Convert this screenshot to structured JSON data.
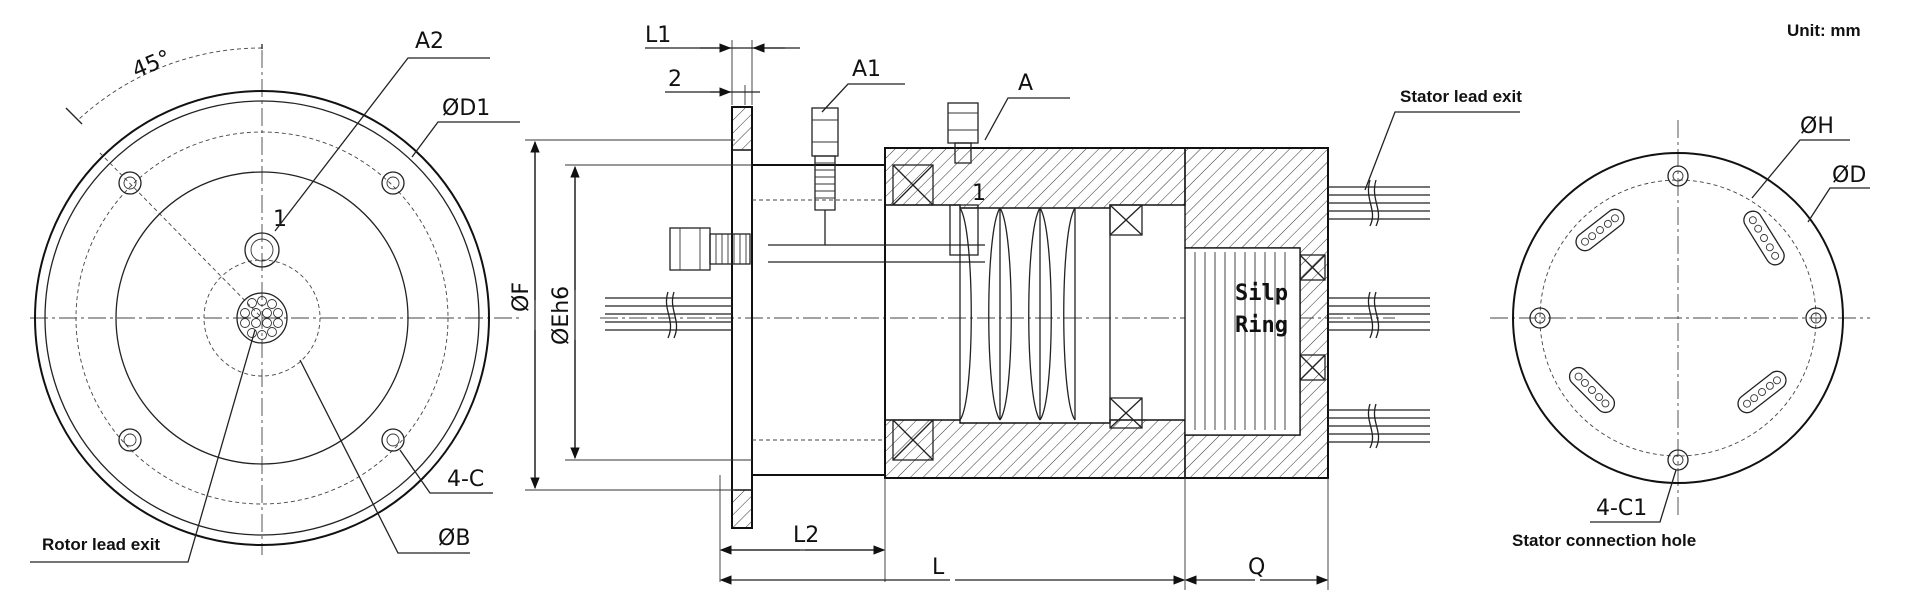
{
  "unit_note": "Unit: mm",
  "left_view": {
    "angle": "45°",
    "a2": "A2",
    "d1": "ØD1",
    "port_number": "1",
    "hole_spec": "4-C",
    "b": "ØB",
    "rotor_lead_exit": "Rotor lead exit"
  },
  "section_view": {
    "l1": "L1",
    "two": "2",
    "a1": "A1",
    "a": "A",
    "port_number": "1",
    "f": "ØF",
    "eh6": "ØEh6",
    "slip_ring_line1": "Silp",
    "slip_ring_line2": "Ring",
    "l2": "L2",
    "l": "L",
    "q": "Q",
    "stator_lead_exit": "Stator lead exit"
  },
  "right_view": {
    "h": "ØH",
    "d": "ØD",
    "hole_spec": "4-C1",
    "stator_connection_hole": "Stator connection hole"
  }
}
